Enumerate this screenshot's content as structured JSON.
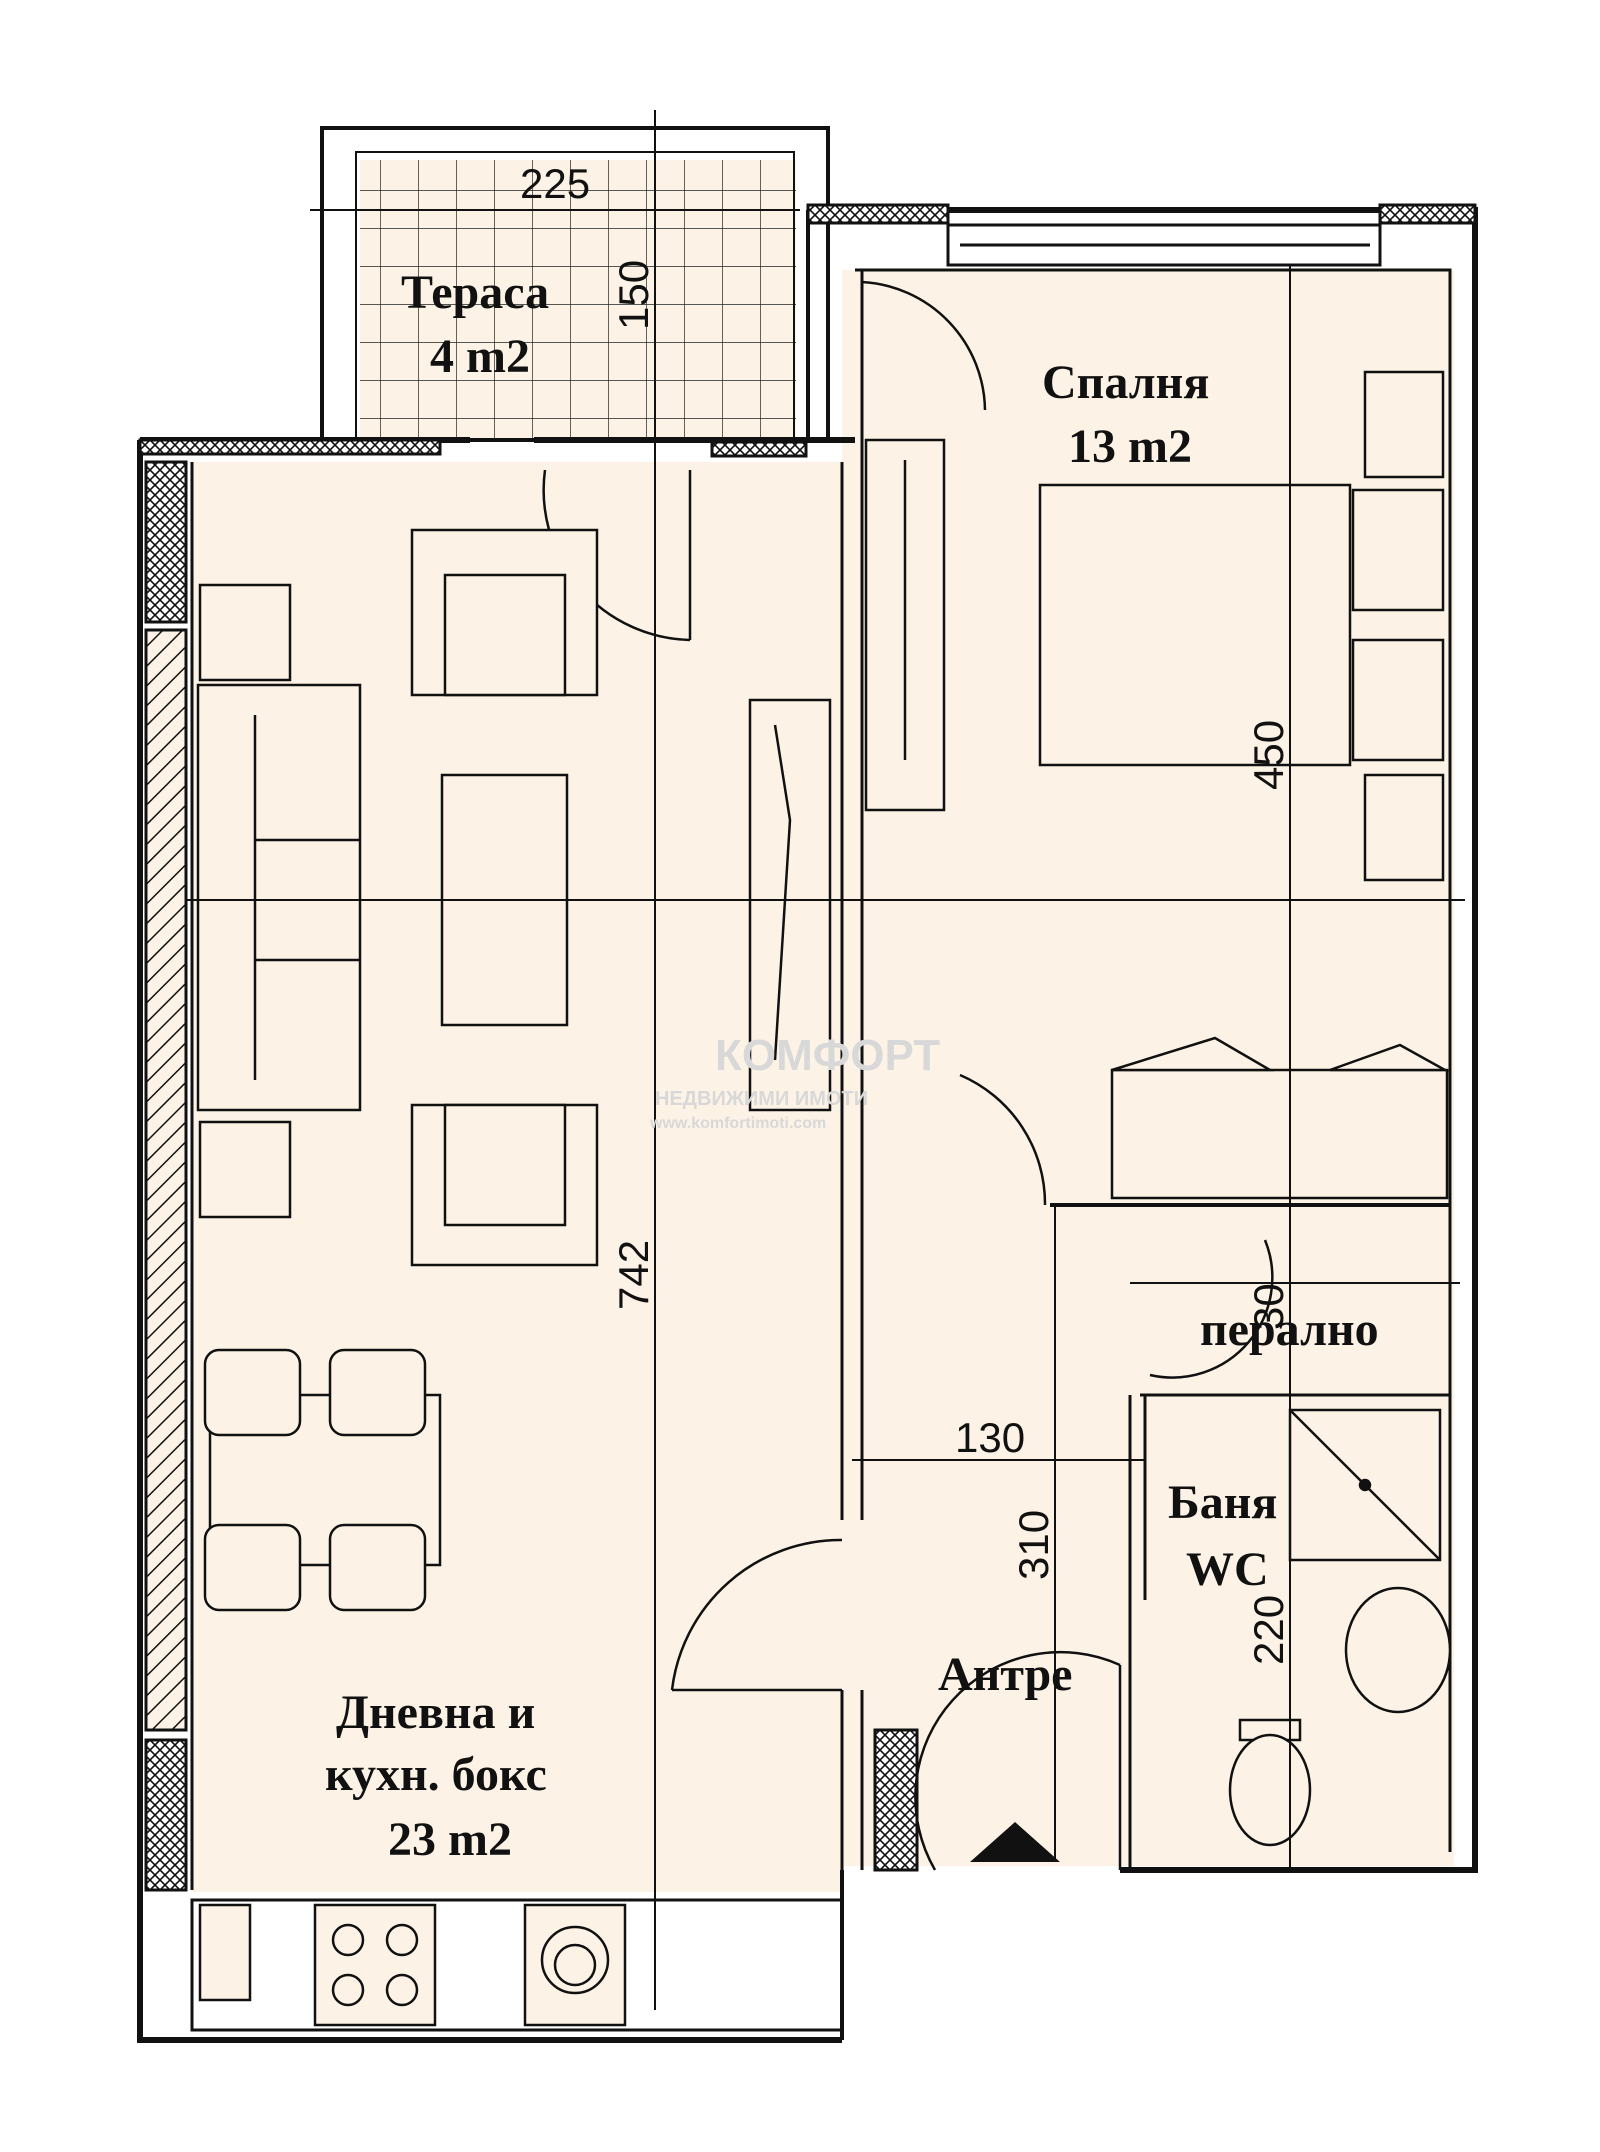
{
  "rooms": {
    "terrace": {
      "name": "Тераса",
      "area": "4 m2"
    },
    "bedroom": {
      "name": "Спалня",
      "area": "13 m2"
    },
    "living": {
      "line1": "Дневна и",
      "line2": "кухн. бокс",
      "area": "23 m2"
    },
    "laundry": {
      "name": "перално"
    },
    "bathroom": {
      "name": "Баня",
      "sub": "WC"
    },
    "hall": {
      "name": "Антре"
    }
  },
  "dimensions": {
    "terrace_width": "225",
    "terrace_depth": "150",
    "bedroom_depth": "450",
    "living_depth": "742",
    "corridor_width": "130",
    "hall_depth": "310",
    "laundry_depth": "30",
    "bath_depth": "220"
  },
  "watermark": {
    "brand": "КОМФОРТ",
    "sub": "НЕДВИЖИМИ ИМОТИ",
    "url": "www.komfortimoti.com"
  },
  "colors": {
    "floor": "#fcf3e6",
    "wall": "#111111",
    "line": "#111111"
  }
}
